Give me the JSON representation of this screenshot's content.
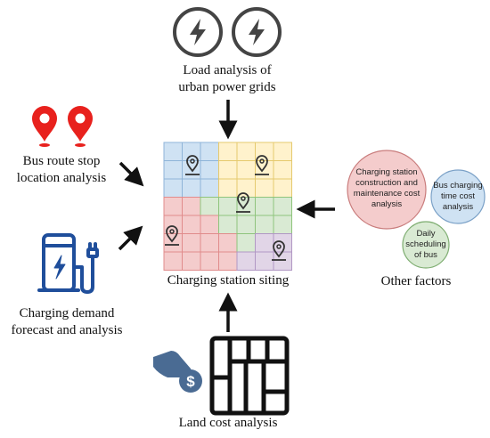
{
  "labels": {
    "load": [
      "Load analysis of",
      "urban power grids"
    ],
    "bus_route": [
      "Bus route stop",
      "location analysis"
    ],
    "charging_demand": [
      "Charging demand",
      "forecast and analysis"
    ],
    "center": "Charging station siting",
    "other": "Other factors",
    "land": "Land cost analysis"
  },
  "factors": {
    "construction": [
      "Charging station",
      "construction and",
      "maintenance cost",
      "analysis"
    ],
    "bus_charging": [
      "Bus charging",
      "time cost",
      "analysis"
    ],
    "daily": [
      "Daily",
      "scheduling",
      "of bus"
    ]
  },
  "colors": {
    "blue": "#cfe2f3",
    "yellow": "#fff2cc",
    "red": "#f4cccc",
    "green": "#d9ead3",
    "purple": "#e1d5e7",
    "pin_red": "#e8211d",
    "charger_blue": "#1f4e9b",
    "money_blue": "#4a6b93"
  }
}
